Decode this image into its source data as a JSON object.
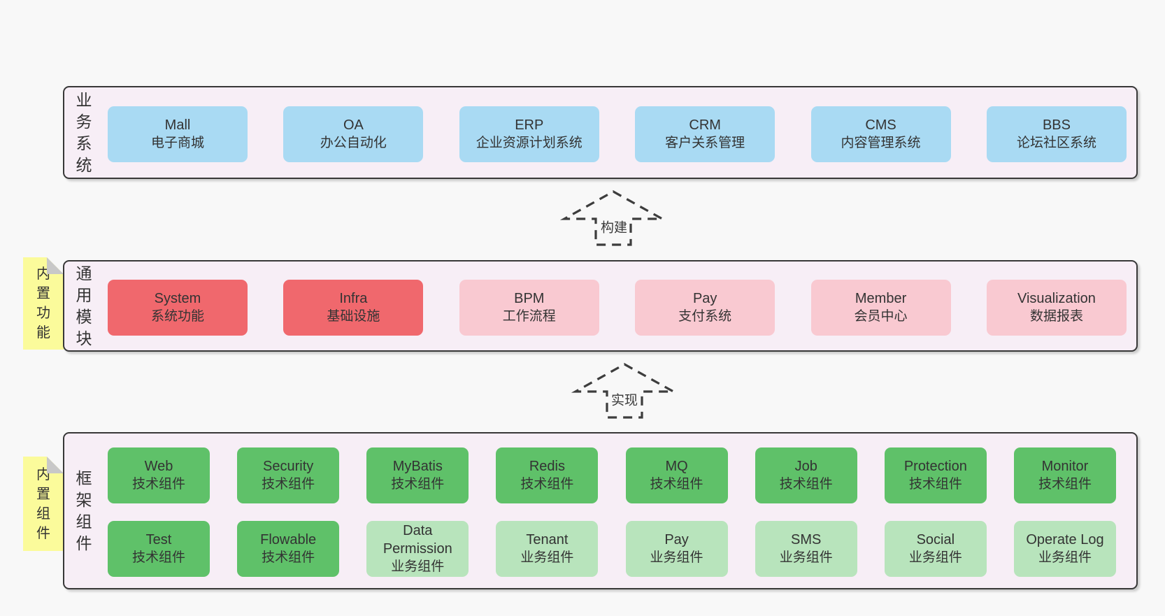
{
  "palette": {
    "background": "#f8f8f8",
    "band_fill": "#f7eef6",
    "band_border": "#383838",
    "blue_box": "#a9daf3",
    "red_box": "#f0686d",
    "pink_box": "#f9c9d1",
    "green_box": "#5fc169",
    "light_green_box": "#b8e4bc",
    "sticky_yellow": "#fbfb9b",
    "sticky_fold_gray": "#c8c8c8",
    "text": "#333333"
  },
  "stickies": [
    {
      "label": "内置功能"
    },
    {
      "label": "内置组件"
    }
  ],
  "arrows": [
    {
      "label": "构建"
    },
    {
      "label": "实现"
    }
  ],
  "bands": [
    {
      "label": "业务系统",
      "boxes": [
        {
          "name": "Mall",
          "desc": "电子商城",
          "color": "blue_box"
        },
        {
          "name": "OA",
          "desc": "办公自动化",
          "color": "blue_box"
        },
        {
          "name": "ERP",
          "desc": "企业资源计划系统",
          "color": "blue_box"
        },
        {
          "name": "CRM",
          "desc": "客户关系管理",
          "color": "blue_box"
        },
        {
          "name": "CMS",
          "desc": "内容管理系统",
          "color": "blue_box"
        },
        {
          "name": "BBS",
          "desc": "论坛社区系统",
          "color": "blue_box"
        }
      ]
    },
    {
      "label": "通用模块",
      "boxes": [
        {
          "name": "System",
          "desc": "系统功能",
          "color": "red_box"
        },
        {
          "name": "Infra",
          "desc": "基础设施",
          "color": "red_box"
        },
        {
          "name": "BPM",
          "desc": "工作流程",
          "color": "pink_box"
        },
        {
          "name": "Pay",
          "desc": "支付系统",
          "color": "pink_box"
        },
        {
          "name": "Member",
          "desc": "会员中心",
          "color": "pink_box"
        },
        {
          "name": "Visualization",
          "desc": "数据报表",
          "color": "pink_box"
        }
      ]
    },
    {
      "label": "框架组件",
      "rows": [
        [
          {
            "name": "Web",
            "desc": "技术组件",
            "color": "green_box"
          },
          {
            "name": "Security",
            "desc": "技术组件",
            "color": "green_box"
          },
          {
            "name": "MyBatis",
            "desc": "技术组件",
            "color": "green_box"
          },
          {
            "name": "Redis",
            "desc": "技术组件",
            "color": "green_box"
          },
          {
            "name": "MQ",
            "desc": "技术组件",
            "color": "green_box"
          },
          {
            "name": "Job",
            "desc": "技术组件",
            "color": "green_box"
          },
          {
            "name": "Protection",
            "desc": "技术组件",
            "color": "green_box"
          },
          {
            "name": "Monitor",
            "desc": "技术组件",
            "color": "green_box"
          }
        ],
        [
          {
            "name": "Test",
            "desc": "技术组件",
            "color": "green_box"
          },
          {
            "name": "Flowable",
            "desc": "技术组件",
            "color": "green_box"
          },
          {
            "name": "Data Permission",
            "desc": "业务组件",
            "color": "light_green_box"
          },
          {
            "name": "Tenant",
            "desc": "业务组件",
            "color": "light_green_box"
          },
          {
            "name": "Pay",
            "desc": "业务组件",
            "color": "light_green_box"
          },
          {
            "name": "SMS",
            "desc": "业务组件",
            "color": "light_green_box"
          },
          {
            "name": "Social",
            "desc": "业务组件",
            "color": "light_green_box"
          },
          {
            "name": "Operate Log",
            "desc": "业务组件",
            "color": "light_green_box"
          }
        ]
      ]
    }
  ]
}
